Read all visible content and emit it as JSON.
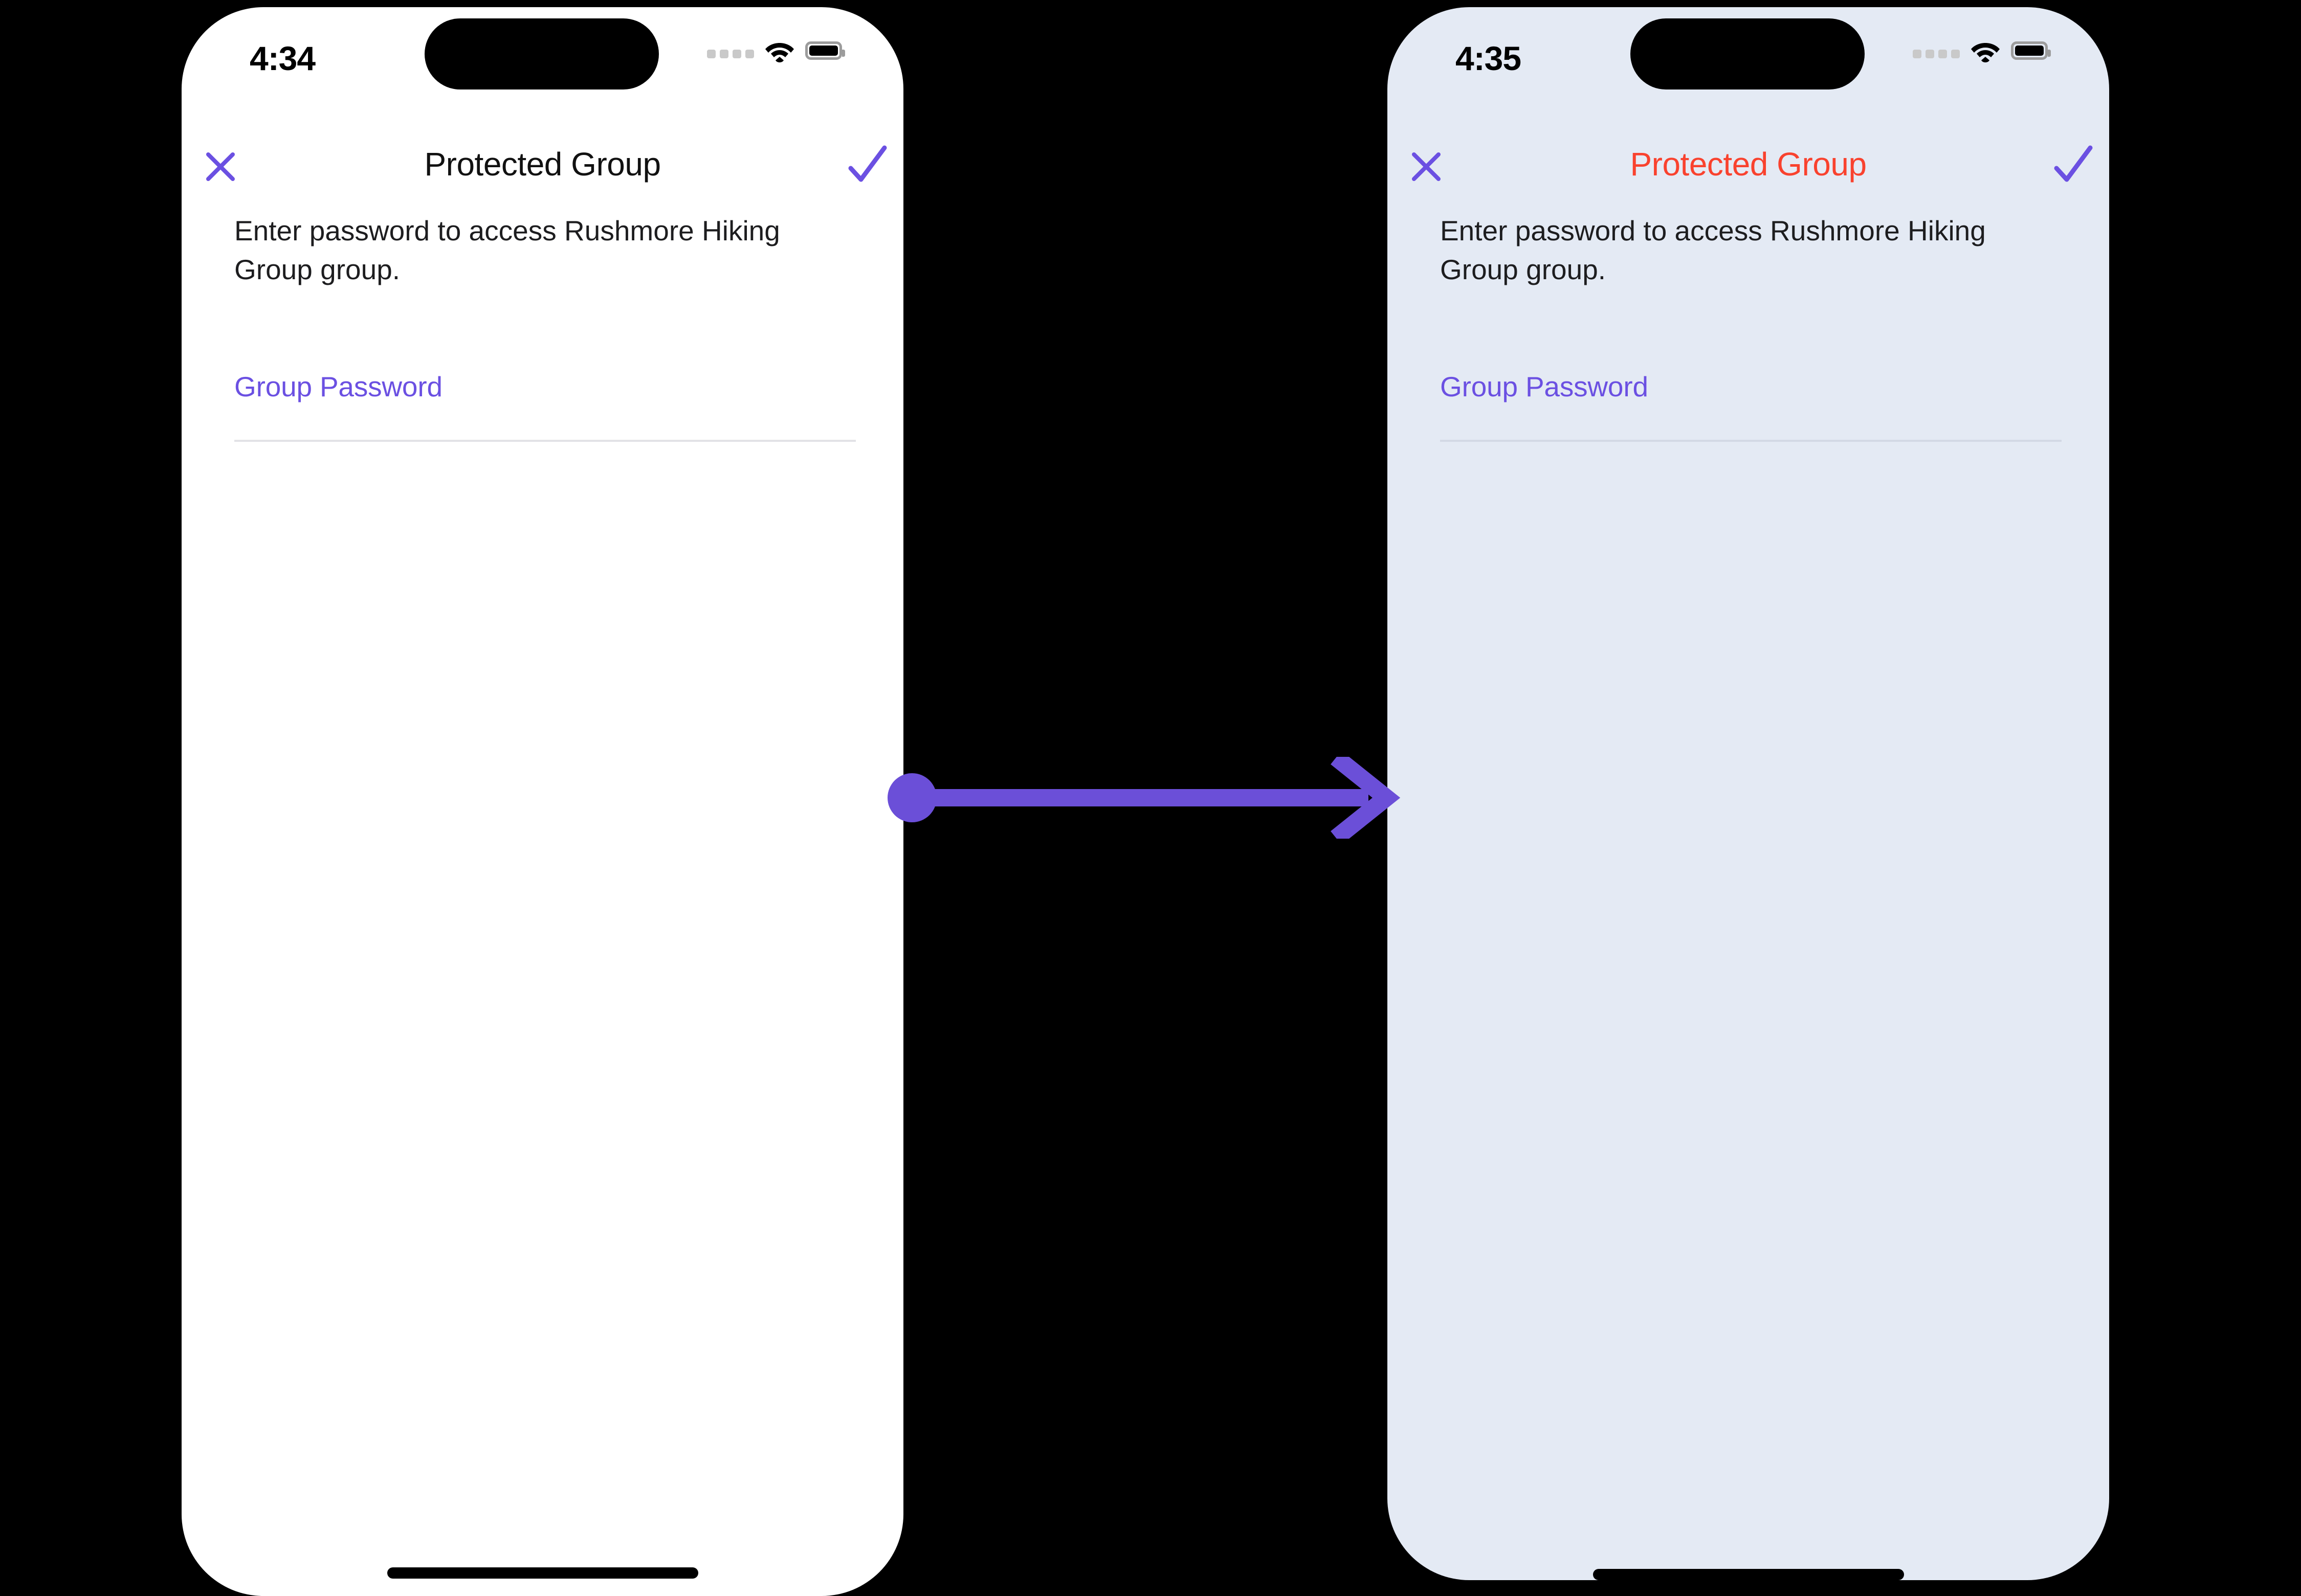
{
  "canvas": {
    "background": "#000000"
  },
  "accent": {
    "purple": "#6b50e2",
    "error_red": "#f9422e"
  },
  "screens": [
    {
      "id": "before",
      "background": "#ffffff",
      "status_bar": {
        "time": "4:34",
        "cellular_icon": "signal-dots-icon",
        "wifi_icon": "wifi-icon",
        "battery_icon": "battery-full-icon"
      },
      "nav": {
        "close_icon": "close-x-icon",
        "title": "Protected Group",
        "title_color": "#111111",
        "accept_icon": "checkmark-icon"
      },
      "body": {
        "description": "Enter password to access Rushmore Hiking Group group.",
        "field_label": "Group Password",
        "field_value": "",
        "field_placeholder": ""
      },
      "home_indicator": "home-indicator"
    },
    {
      "id": "after",
      "background": "#e4eaf4",
      "status_bar": {
        "time": "4:35",
        "cellular_icon": "signal-dots-icon",
        "wifi_icon": "wifi-icon",
        "battery_icon": "battery-full-icon"
      },
      "nav": {
        "close_icon": "close-x-icon",
        "title": "Protected Group",
        "title_color": "#f9422e",
        "accept_icon": "checkmark-icon"
      },
      "body": {
        "description": "Enter password to access Rushmore Hiking Group group.",
        "field_label": "Group Password",
        "field_value": "",
        "field_placeholder": ""
      },
      "home_indicator": "home-indicator"
    }
  ],
  "transition": {
    "arrow_icon": "right-arrow-icon",
    "color": "#6b4fd8"
  }
}
